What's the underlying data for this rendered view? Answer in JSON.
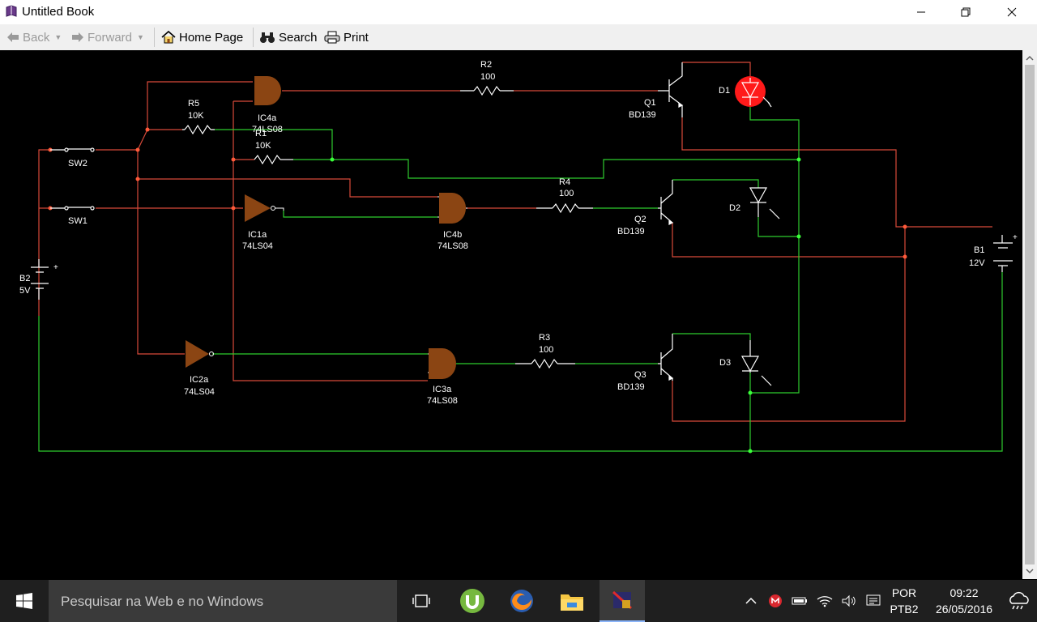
{
  "window": {
    "title": "Untitled Book"
  },
  "toolbar": {
    "back": "Back",
    "forward": "Forward",
    "home": "Home Page",
    "search": "Search",
    "print": "Print"
  },
  "circuit": {
    "r5": {
      "name": "R5",
      "value": "10K"
    },
    "r1": {
      "name": "R1",
      "value": "10K"
    },
    "r2": {
      "name": "R2",
      "value": "100"
    },
    "r4": {
      "name": "R4",
      "value": "100"
    },
    "r3": {
      "name": "R3",
      "value": "100"
    },
    "ic4a": {
      "name": "IC4a",
      "part": "74LS08"
    },
    "ic4b": {
      "name": "IC4b",
      "part": "74LS08"
    },
    "ic3a": {
      "name": "IC3a",
      "part": "74LS08"
    },
    "ic1a": {
      "name": "IC1a",
      "part": "74LS04"
    },
    "ic2a": {
      "name": "IC2a",
      "part": "74LS04"
    },
    "q1": {
      "name": "Q1",
      "part": "BD139"
    },
    "q2": {
      "name": "Q2",
      "part": "BD139"
    },
    "q3": {
      "name": "Q3",
      "part": "BD139"
    },
    "d1": "D1",
    "d2": "D2",
    "d3": "D3",
    "sw1": "SW1",
    "sw2": "SW2",
    "b1": {
      "name": "B1",
      "value": "12V"
    },
    "b2": {
      "name": "B2",
      "value": "5V"
    },
    "colors": {
      "wire_high": "#d84a3a",
      "wire_low": "#2ecc2e",
      "gate": "#8b4513",
      "led_on": "#ff1a1a"
    }
  },
  "taskbar": {
    "search_placeholder": "Pesquisar na Web e no Windows",
    "lang_1": "POR",
    "lang_2": "PTB2",
    "time": "09:22",
    "date": "26/05/2016"
  }
}
